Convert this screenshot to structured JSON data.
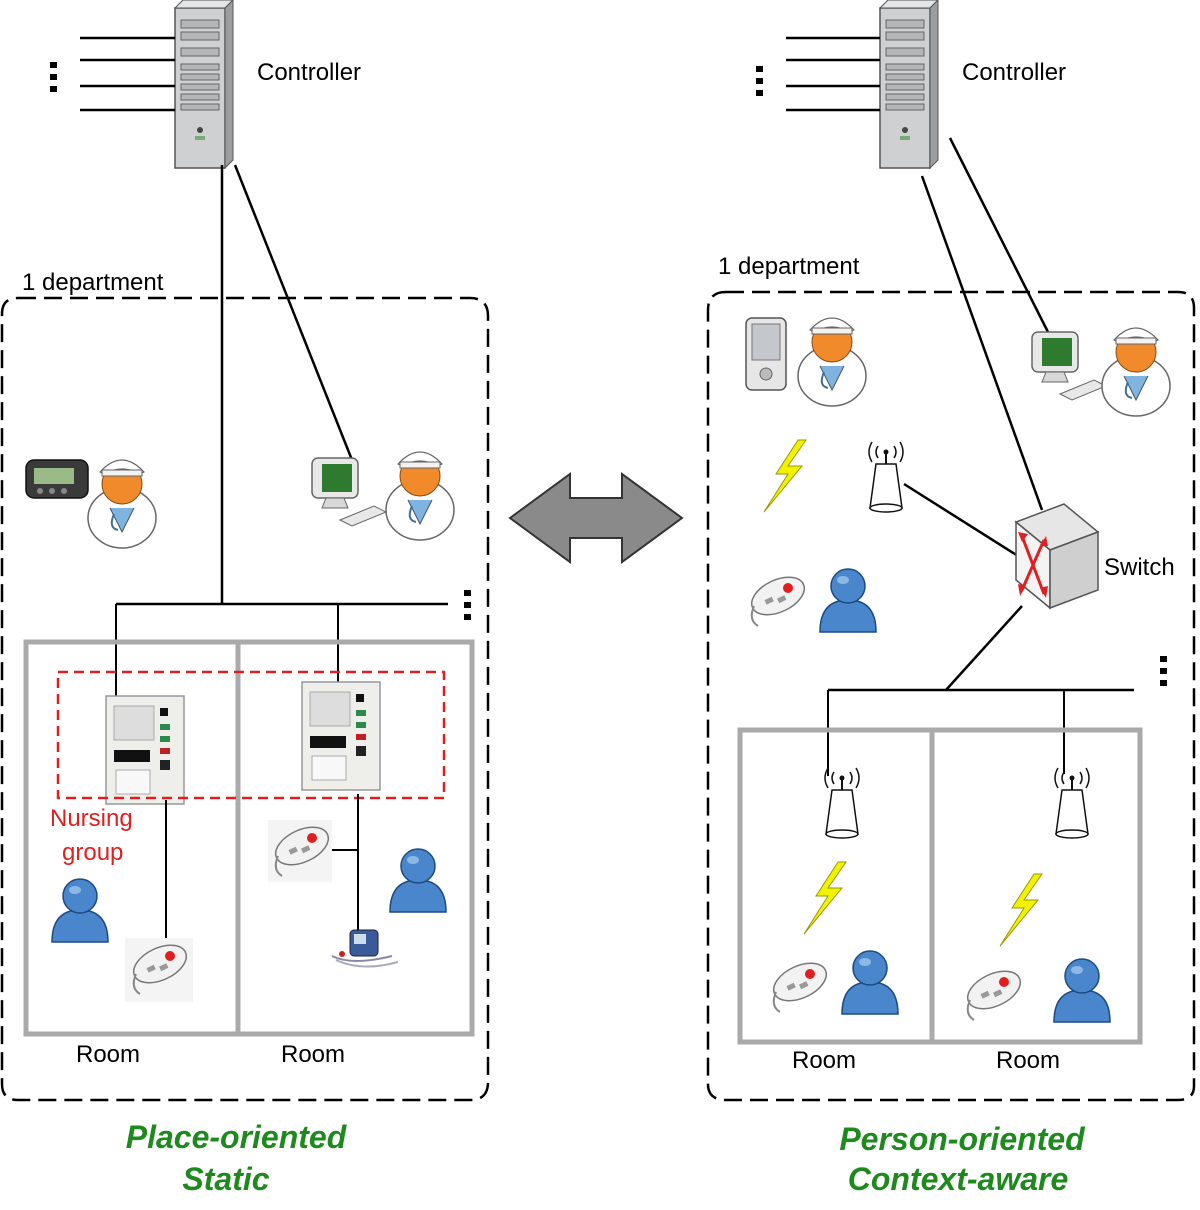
{
  "left": {
    "controller_label": "Controller",
    "department_label": "1 department",
    "room_labels": [
      "Room",
      "Room"
    ],
    "group_label_line1": "Nursing",
    "group_label_line2": "group",
    "caption_line1": "Place-oriented",
    "caption_line2": "Static"
  },
  "right": {
    "controller_label": "Controller",
    "department_label": "1 department",
    "switch_label": "Switch",
    "room_labels": [
      "Room",
      "Room"
    ],
    "caption_line1": "Person-oriented",
    "caption_line2": "Context-aware"
  },
  "colors": {
    "caption": "#1e8a1e",
    "nursing_group": "#e02020",
    "room_border": "#aaaaaa",
    "lightning": "#f2f200",
    "person_blue": "#4a86cc",
    "arrow_gray": "#8a8a8a"
  }
}
